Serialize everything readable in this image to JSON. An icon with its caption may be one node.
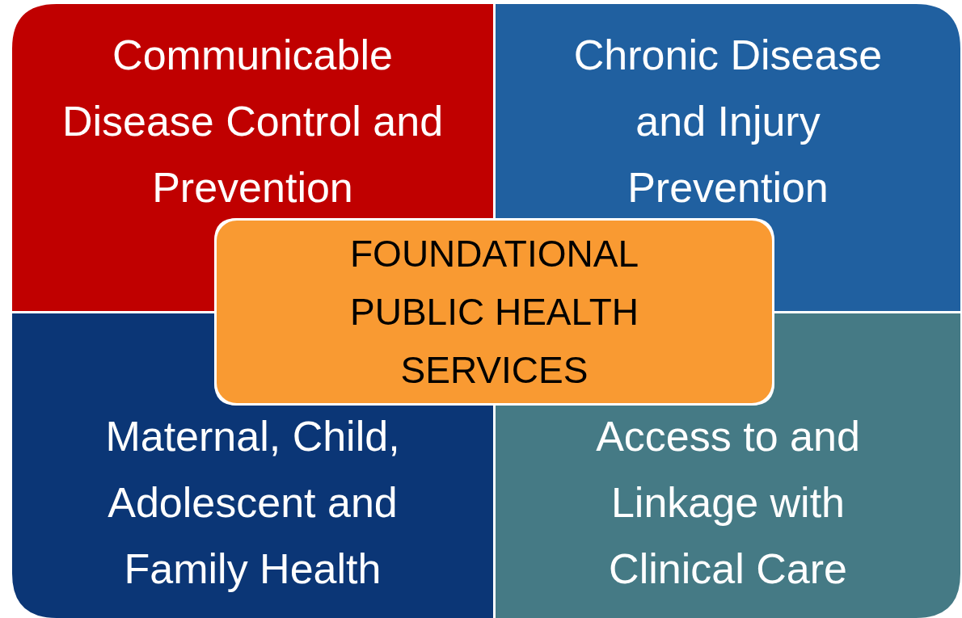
{
  "diagram": {
    "nodes": [
      {
        "text": [
          "Communicable Disease Control and Prevention"
        ]
      },
      {
        "text": [
          "Chronic Disease and Injury Prevention"
        ]
      },
      {
        "text": [
          "FOUNDATIONAL PUBLIC HEALTH SERVICES"
        ]
      },
      {
        "text": [
          "Maternal, Child, Adolescent and Family Health"
        ]
      },
      {
        "text": [
          "Access to and Linkage with Clinical Care"
        ]
      }
    ]
  }
}
